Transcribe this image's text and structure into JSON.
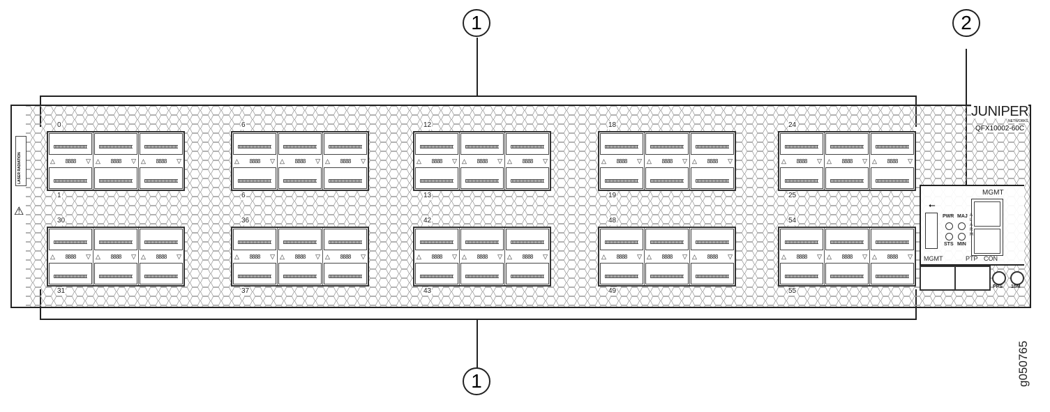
{
  "callouts": {
    "top": "1",
    "bottom": "1",
    "right": "2"
  },
  "brand": {
    "logo": "JUNIPER",
    "sub": "NETWORKS",
    "model": "QFX10002-60C"
  },
  "laser_label": "LASER RADIATION",
  "figure_id": "g050765",
  "port_groups": [
    {
      "top_label": "0",
      "bottom_label": "1"
    },
    {
      "top_label": "6",
      "bottom_label": "6"
    },
    {
      "top_label": "12",
      "bottom_label": "13"
    },
    {
      "top_label": "18",
      "bottom_label": "19"
    },
    {
      "top_label": "24",
      "bottom_label": "25"
    },
    {
      "top_label": "30",
      "bottom_label": "31"
    },
    {
      "top_label": "36",
      "bottom_label": "37"
    },
    {
      "top_label": "42",
      "bottom_label": "43"
    },
    {
      "top_label": "48",
      "bottom_label": "49"
    },
    {
      "top_label": "54",
      "bottom_label": "55"
    }
  ],
  "mgmt_panel": {
    "mgmt_label": "MGMT",
    "pwr": "PWR",
    "sts": "STS",
    "maj": "MAJ",
    "min": "MIN",
    "alarm": "ALARM",
    "mgmt_led": "MGMT",
    "ptp": "PTP",
    "con": "CON",
    "pps": "PPS",
    "tenm": "10M"
  },
  "strip": {
    "up": "△",
    "down": "▽",
    "leds": "8888"
  }
}
